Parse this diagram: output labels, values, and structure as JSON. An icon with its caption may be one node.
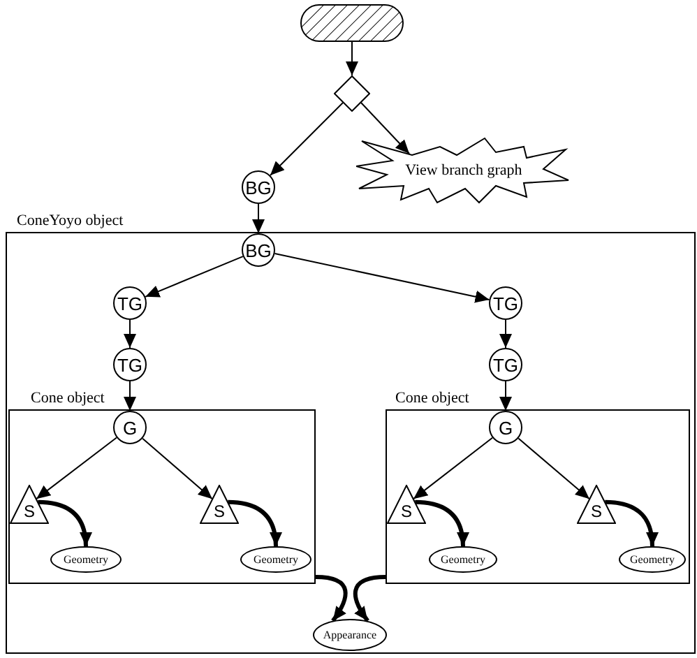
{
  "diagram": {
    "nodes": [
      {
        "text": [],
        "shape": "box"
      },
      {
        "text": [],
        "shape": "diamond"
      },
      {
        "text": [
          "BG"
        ]
      },
      {
        "text": [
          "View branch graph"
        ]
      },
      {
        "text": [
          "ConeYoyo object"
        ]
      },
      {
        "text": [
          "BG"
        ],
        "in": 4
      },
      {
        "text": [
          "TG"
        ],
        "in": 4
      },
      {
        "text": [
          "TG"
        ],
        "in": 4
      },
      {
        "text": [
          "TG"
        ],
        "in": 4
      },
      {
        "text": [
          "TG"
        ],
        "in": 4
      },
      {
        "text": [
          "Cone object"
        ],
        "in": 4
      },
      {
        "text": [
          "G"
        ],
        "in": 10
      },
      {
        "text": [
          "S"
        ],
        "in": 10
      },
      {
        "text": [
          "S"
        ],
        "in": 10
      },
      {
        "text": [
          "Geometry"
        ],
        "in": 10
      },
      {
        "text": [
          "Geometry"
        ],
        "in": 10
      },
      {
        "text": [
          "Cone object"
        ],
        "in": 4
      },
      {
        "text": [
          "G"
        ],
        "in": 16
      },
      {
        "text": [
          "S"
        ],
        "in": 16
      },
      {
        "text": [
          "S"
        ],
        "in": 16
      },
      {
        "text": [
          "Geometry"
        ],
        "in": 16
      },
      {
        "text": [
          "Geometry"
        ],
        "in": 16
      },
      {
        "text": [
          "Appearance"
        ],
        "in": 4
      }
    ],
    "edges": [
      {
        "from": 0,
        "to": 1,
        "arrow": "to"
      },
      {
        "from": 1,
        "to": 2,
        "arrow": "to"
      },
      {
        "from": 1,
        "to": 3,
        "arrow": "to"
      },
      {
        "from": 2,
        "to": 5,
        "arrow": "to"
      },
      {
        "from": 5,
        "to": 6,
        "arrow": "to"
      },
      {
        "from": 5,
        "to": 7,
        "arrow": "to"
      },
      {
        "from": 6,
        "to": 8,
        "arrow": "to"
      },
      {
        "from": 7,
        "to": 9,
        "arrow": "to"
      },
      {
        "from": 8,
        "to": 11,
        "arrow": "to"
      },
      {
        "from": 9,
        "to": 17,
        "arrow": "to"
      },
      {
        "from": 11,
        "to": 12,
        "arrow": "to"
      },
      {
        "from": 11,
        "to": 13,
        "arrow": "to"
      },
      {
        "from": 17,
        "to": 18,
        "arrow": "to"
      },
      {
        "from": 17,
        "to": 19,
        "arrow": "to"
      },
      {
        "from": 12,
        "to": 14,
        "arrow": "to",
        "style": "thick"
      },
      {
        "from": 13,
        "to": 15,
        "arrow": "to",
        "style": "thick"
      },
      {
        "from": 18,
        "to": 20,
        "arrow": "to",
        "style": "thick"
      },
      {
        "from": 19,
        "to": 21,
        "arrow": "to",
        "style": "thick"
      },
      {
        "from": 10,
        "to": 22,
        "arrow": "to",
        "style": "thick"
      },
      {
        "from": 16,
        "to": 22,
        "arrow": "to",
        "style": "thick"
      }
    ]
  }
}
